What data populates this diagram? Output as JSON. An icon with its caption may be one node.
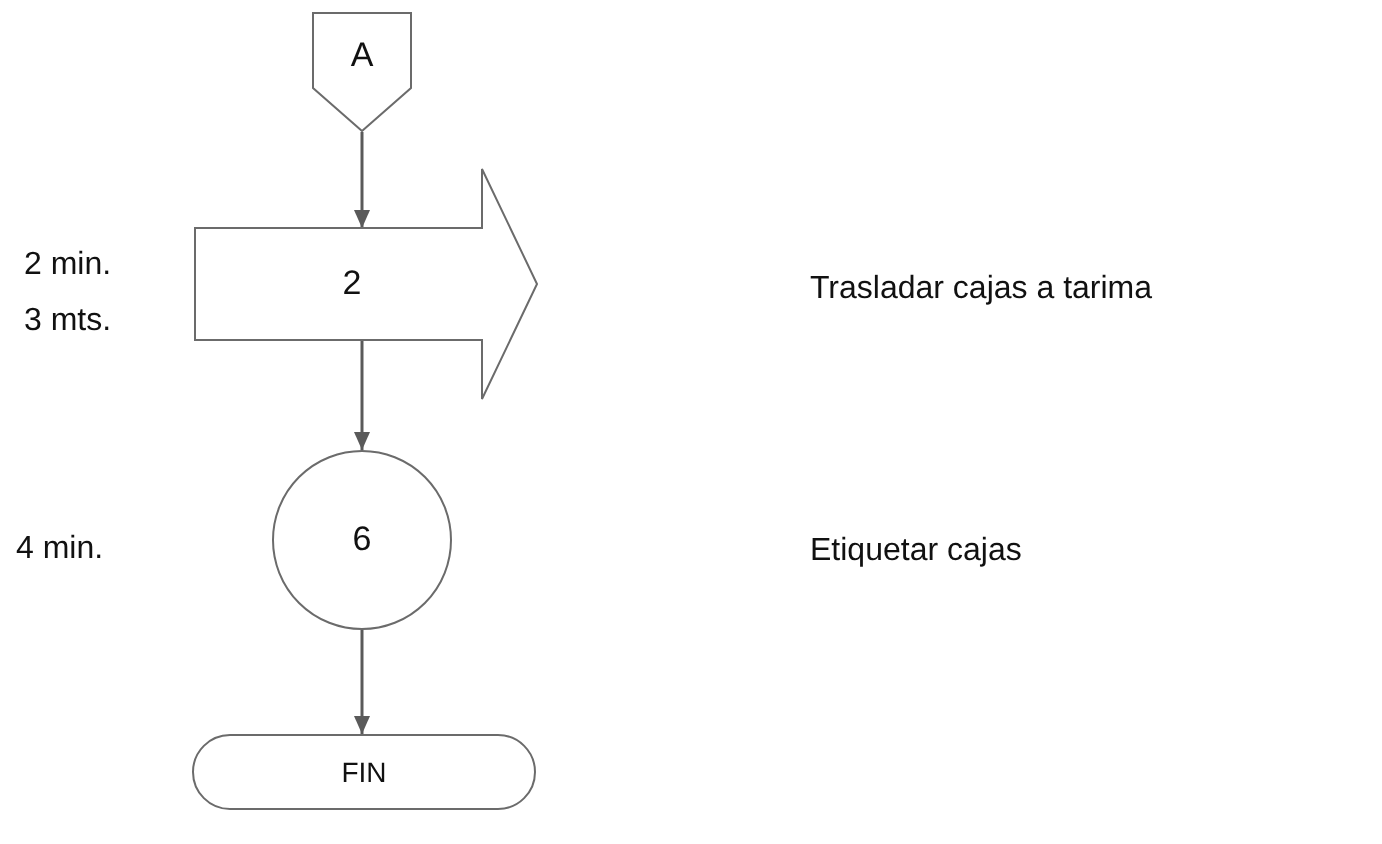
{
  "diagram": {
    "nodes": [
      {
        "text": [
          "A"
        ]
      },
      {
        "text": [
          "2"
        ],
        "beside": [
          "2 min.",
          "3 mts."
        ]
      },
      {
        "text": [
          "6"
        ]
      },
      {
        "text": [
          "FIN"
        ]
      }
    ],
    "edges": [
      {
        "from": 0,
        "to": 1,
        "arrow": "to"
      },
      {
        "from": 1,
        "to": 2,
        "arrow": "to"
      },
      {
        "from": 2,
        "to": 3,
        "arrow": "to"
      }
    ],
    "labels": [
      "Trasladar cajas a tarima",
      "4 min.",
      "Etiquetar cajas"
    ]
  }
}
